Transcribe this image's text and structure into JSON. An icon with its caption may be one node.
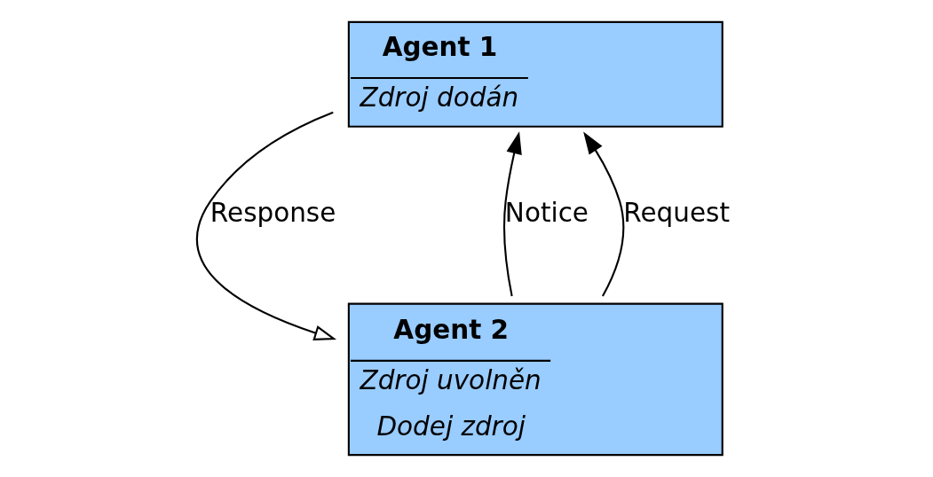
{
  "diagram": {
    "nodes": [
      {
        "text": [
          "Agent 1",
          "Zdroj dodán"
        ]
      },
      {
        "text": [
          "Agent 2",
          "Zdroj uvolněn",
          "Dodej zdroj"
        ]
      }
    ],
    "edges": [
      {
        "from": 0,
        "to": 1,
        "arrow": "to",
        "label": "Response"
      },
      {
        "from": 1,
        "to": 0,
        "arrow": "to",
        "label": "Notice"
      },
      {
        "from": 1,
        "to": 0,
        "arrow": "to",
        "label": "Request"
      }
    ]
  }
}
